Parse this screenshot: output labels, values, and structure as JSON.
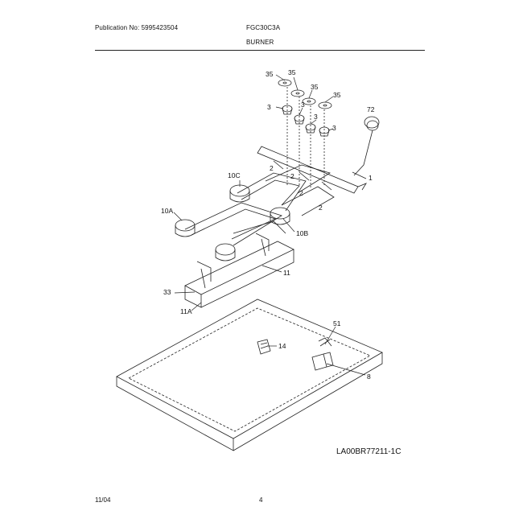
{
  "header": {
    "publication": "Publication No: 5995423504",
    "model": "FGC30C3A",
    "section": "BURNER"
  },
  "callouts": [
    "35",
    "35",
    "35",
    "35",
    "72",
    "3",
    "3",
    "3",
    "3",
    "1",
    "10C",
    "2",
    "2",
    "2",
    "2",
    "10A",
    "10B",
    "11",
    "33",
    "11A",
    "51",
    "14",
    "8"
  ],
  "diagram_code": "LA00BR77211-1C",
  "footer": {
    "date": "11/04",
    "page": "4"
  }
}
